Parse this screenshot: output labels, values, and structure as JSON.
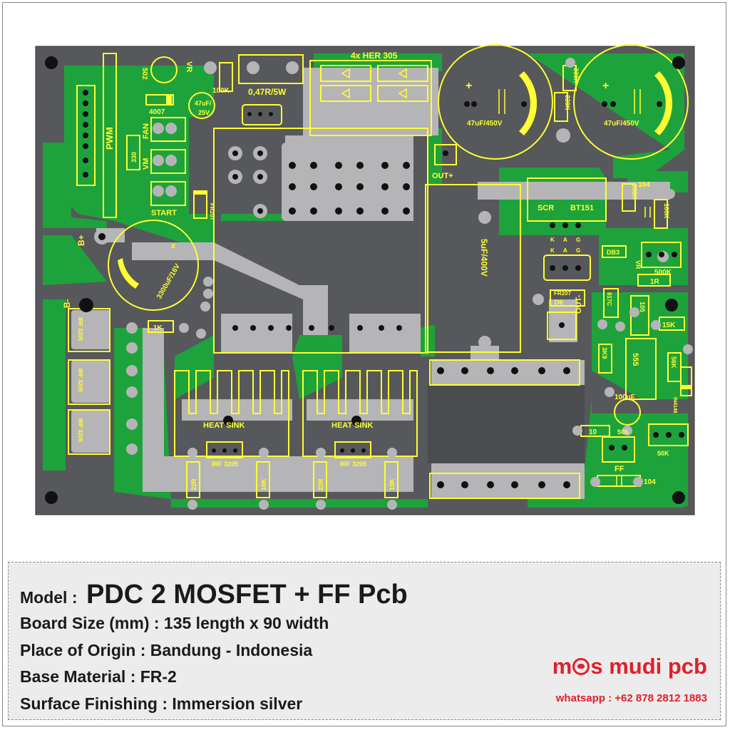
{
  "board": {
    "labels": {
      "her": "4x HER 305",
      "vr": "VR",
      "pot502": "502",
      "r100k": "100K",
      "r047": "0,47R/5W",
      "d4007": "4007",
      "c47u25": "47uF/",
      "c47u25b": "25V",
      "pwm": "PWM",
      "fan": "FAN",
      "vm": "VM",
      "r330": "330",
      "start": "START",
      "fr207a": "FR207",
      "bplus": "B+",
      "bminus": "B-",
      "c3300": "3300uF/16V",
      "r1k": "1K",
      "irf_side": "IRF 3205",
      "heatsink": "HEAT SINK",
      "irf3205": "IRF 3205",
      "r22r": "22R",
      "r10k": "10K",
      "out_plus": "OUT+",
      "c47u450": "47uF/450V",
      "r330k": "330K",
      "scr": "SCR",
      "bt151": "BT151",
      "kag_k": "K",
      "kag_a": "A",
      "kag_g": "G",
      "c5u400": "5uF/400V",
      "db3": "DB3",
      "c104": "104",
      "r100k_b": "100K",
      "vr_b": "VR",
      "r500k": "500K",
      "r1r": "1R",
      "fr207b": "FR207",
      "d6": "D6",
      "out_minus": "OUT-",
      "ic817": "817C",
      "c105": "105",
      "r15k": "15K",
      "r3k9": "3K9",
      "ic555": "555",
      "r56k": "56K",
      "c100u": "100uF",
      "in4148": "IN4148",
      "r10": "10",
      "p50k": "50K",
      "p50k_b": "50K",
      "ff": "FF",
      "c104b": "104",
      "plus": "+",
      "x": "x"
    },
    "colors": {
      "board": "#56585b",
      "copper": "#1ea23c",
      "silk": "#ffff33",
      "pad": "#b5b5b7",
      "hole": "#111111",
      "background": "#ffffff"
    }
  },
  "info": {
    "model_label": "Model :",
    "model_value": "PDC 2 MOSFET + FF Pcb",
    "board_size": "Board Size (mm) : 135 length  x 90 width",
    "origin": "Place of Origin : Bandung - Indonesia",
    "material": "Base Material : FR-2",
    "finishing": "Surface Finishing : Immersion silver",
    "brand_pre": "m",
    "brand_post": "s mudi pcb",
    "whatsapp": "whatsapp : +62 878 2812 1883"
  }
}
